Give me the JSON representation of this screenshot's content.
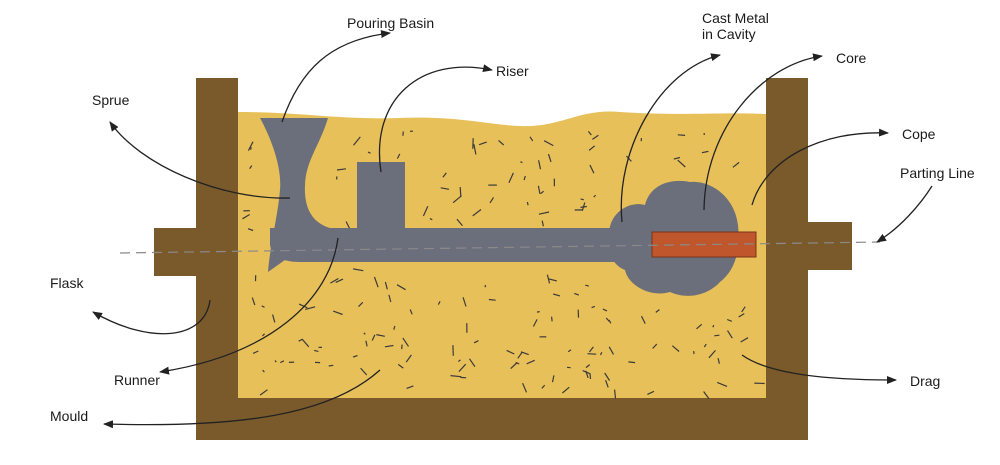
{
  "labels": {
    "pouring_basin": "Pouring Basin",
    "riser": "Riser",
    "cast_metal_line1": "Cast Metal",
    "cast_metal_line2": "in Cavity",
    "core": "Core",
    "sprue": "Sprue",
    "cope": "Cope",
    "parting_line": "Parting Line",
    "flask": "Flask",
    "runner": "Runner",
    "drag": "Drag",
    "mould": "Mould"
  },
  "colors": {
    "flask": "#7a5a2b",
    "sand": "#e8c05a",
    "metal": "#6b6f7b",
    "core": "#c0562b",
    "arrow": "#222222",
    "parting_line": "#8a8a8a",
    "specks": "#3a3a3a"
  }
}
